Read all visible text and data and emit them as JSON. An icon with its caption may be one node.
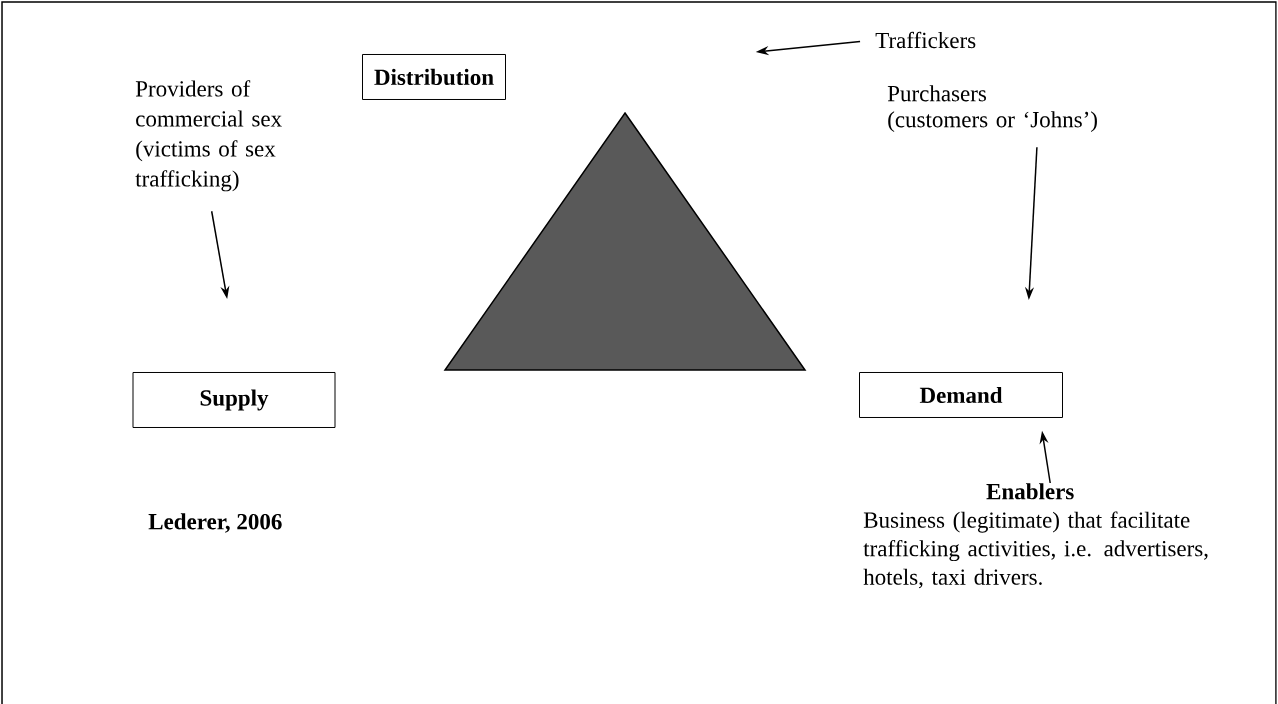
{
  "diagram": {
    "nodes": [
      {
        "text": [
          "Distribution"
        ]
      },
      {
        "text": [
          "Traffickers"
        ]
      },
      {
        "text": [
          "Providers of commercial sex (victims of sex trafficking)"
        ]
      },
      {
        "text": [
          "Supply"
        ]
      },
      {
        "text": [
          "Purchasers",
          "(customers or ‘Johns’)"
        ]
      },
      {
        "text": [
          "Demand"
        ]
      },
      {
        "text": [
          "Enablers",
          "Business (legitimate) that facilitate trafficking activities, i.e. advertisers, hotels, taxi drivers."
        ]
      }
    ],
    "edges": [
      {
        "from": 1,
        "to": 0,
        "arrow": "to"
      },
      {
        "from": 2,
        "to": 3,
        "arrow": "to"
      },
      {
        "from": 4,
        "to": 5,
        "arrow": "to"
      },
      {
        "from": 6,
        "to": 5,
        "arrow": "to"
      }
    ],
    "labels": [
      "Lederer, 2006"
    ]
  }
}
